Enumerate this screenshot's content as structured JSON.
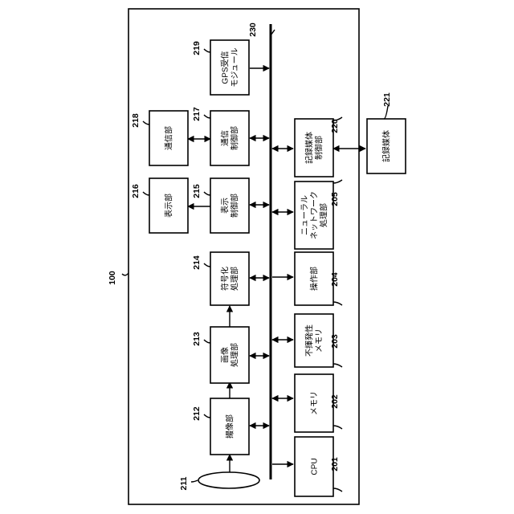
{
  "diagram": {
    "system_ref": "100",
    "bus_ref": "230",
    "lens_ref": "211",
    "blocks": {
      "b201": {
        "lines": [
          "CPU"
        ],
        "ref": "201"
      },
      "b202": {
        "lines": [
          "メモリ"
        ],
        "ref": "202"
      },
      "b203": {
        "lines": [
          "不揮発性",
          "メモリ"
        ],
        "ref": "203"
      },
      "b204": {
        "lines": [
          "操作部"
        ],
        "ref": "204"
      },
      "b205": {
        "lines": [
          "ニューラル",
          "ネットワーク",
          "処理部"
        ],
        "ref": "205"
      },
      "b220": {
        "lines": [
          "記録媒体",
          "制御部"
        ],
        "ref": "220"
      },
      "b221": {
        "lines": [
          "記録媒体"
        ],
        "ref": "221"
      },
      "b212": {
        "lines": [
          "撮像部"
        ],
        "ref": "212"
      },
      "b213": {
        "lines": [
          "画像",
          "処理部"
        ],
        "ref": "213"
      },
      "b214": {
        "lines": [
          "符号化",
          "処理部"
        ],
        "ref": "214"
      },
      "b215": {
        "lines": [
          "表示",
          "制御部"
        ],
        "ref": "215"
      },
      "b216": {
        "lines": [
          "表示部"
        ],
        "ref": "216"
      },
      "b217": {
        "lines": [
          "通信",
          "制御部"
        ],
        "ref": "217"
      },
      "b218": {
        "lines": [
          "通信部"
        ],
        "ref": "218"
      },
      "b219": {
        "lines": [
          "GPS受信",
          "モジュール"
        ],
        "ref": "219"
      }
    }
  }
}
